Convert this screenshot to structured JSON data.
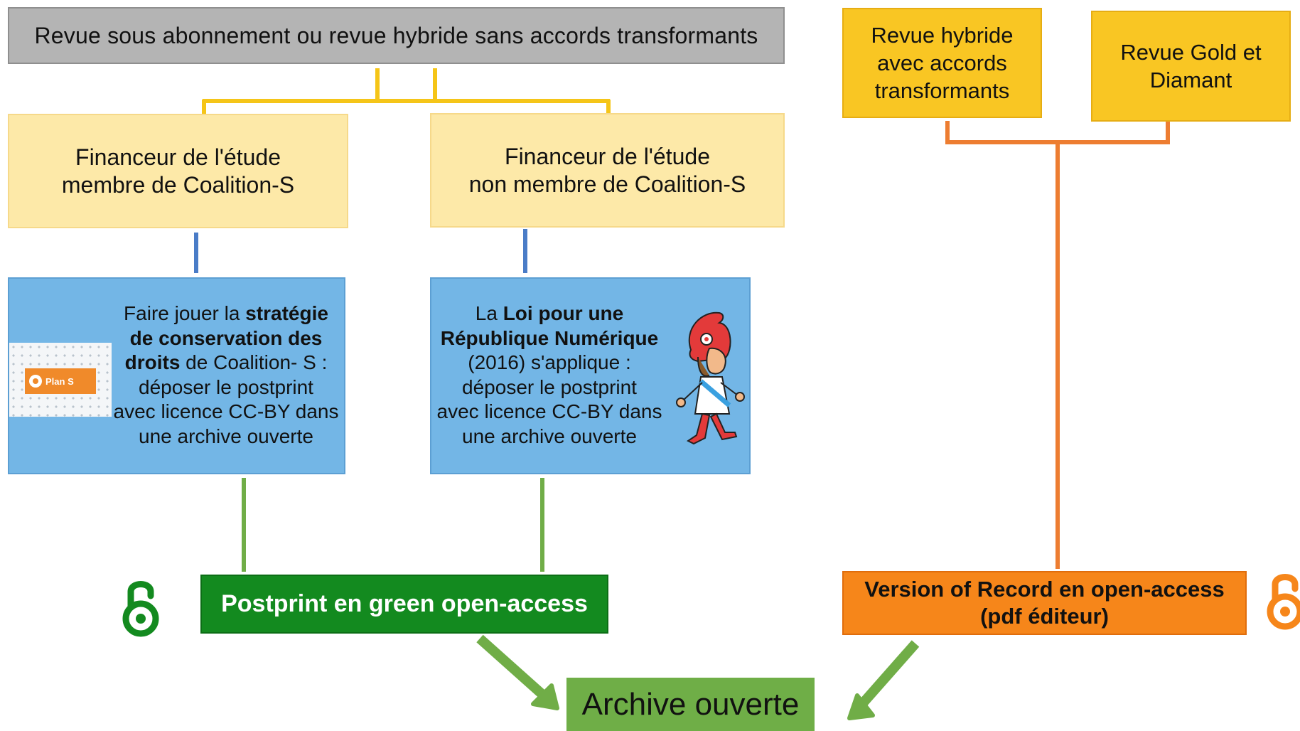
{
  "top_box": {
    "text": "Revue sous abonnement ou revue hybride sans accords transformants"
  },
  "revue_hybride": {
    "lines": [
      "Revue hybride",
      "avec accords",
      "transformants"
    ]
  },
  "revue_gold": {
    "lines": [
      "Revue Gold et",
      "Diamant"
    ]
  },
  "financeur_membre": {
    "lines": [
      "Financeur de l'étude",
      "membre de Coalition-S"
    ]
  },
  "financeur_non_membre": {
    "lines": [
      "Financeur de l'étude",
      "non membre de Coalition-S"
    ]
  },
  "coalition_box": {
    "l1_a": "Faire jouer la ",
    "l1_b": "stratégie",
    "l2": "de conservation des",
    "l3_a": "droits",
    "l3_b": " de Coalition- S :",
    "l4": "déposer le postprint",
    "l5": "avec licence CC-BY dans",
    "l6": "une archive ouverte",
    "badge_text": "Plan S"
  },
  "loi_box": {
    "l1_a": "La ",
    "l1_b": "Loi pour une",
    "l2": "République Numérique",
    "l3": "(2016) s'applique :",
    "l4": "déposer le postprint",
    "l5": "avec licence CC-BY dans",
    "l6": "une archive ouverte"
  },
  "postprint": {
    "text": "Postprint en green open-access"
  },
  "version_of_record": {
    "lines": [
      "Version of Record en open-access",
      "(pdf éditeur)"
    ]
  },
  "archive": {
    "text": "Archive ouverte"
  },
  "icons": {
    "green_lock": "open-access-lock-icon",
    "orange_lock": "open-access-lock-icon",
    "marianne": "marianne-illustration"
  },
  "colors": {
    "grey": "#b4b4b4",
    "gold": "#f9c623",
    "light_yellow": "#fde9a8",
    "blue": "#73b6e6",
    "green_box": "#138a1f",
    "orange_box": "#f6861a",
    "archive": "#6fae47",
    "connector_yellow": "#f5c518",
    "connector_blue": "#4a7cc7",
    "connector_green": "#70ad47",
    "connector_orange": "#ed7d31"
  }
}
